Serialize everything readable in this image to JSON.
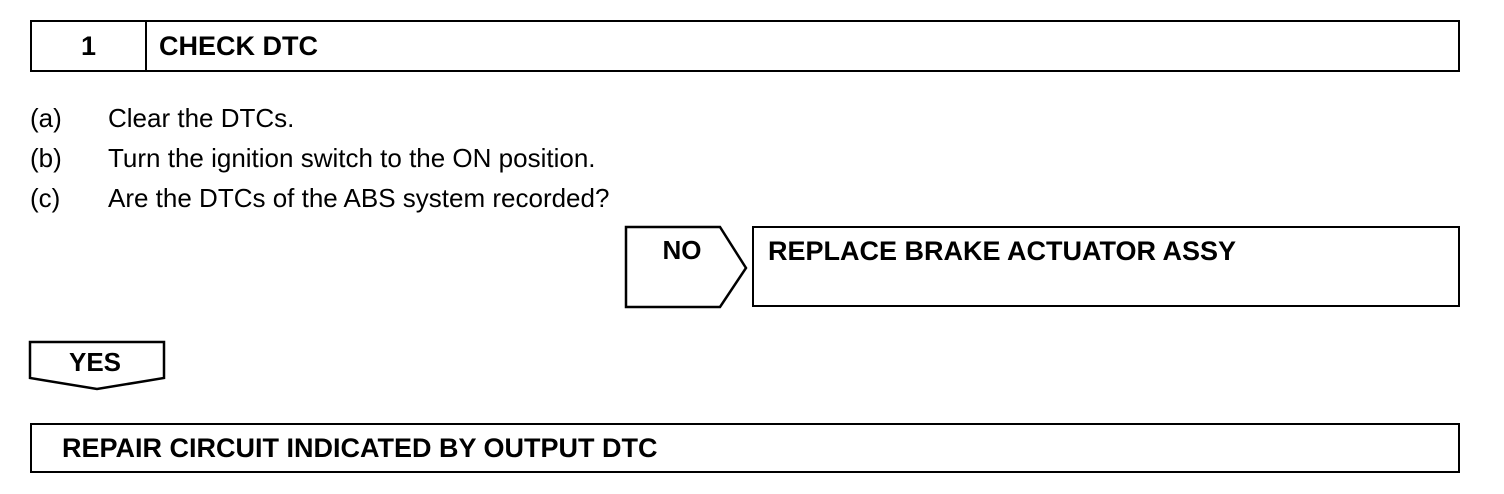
{
  "step": {
    "number": "1",
    "title": "CHECK DTC"
  },
  "instructions": [
    {
      "letter": "(a)",
      "text": "Clear the DTCs."
    },
    {
      "letter": "(b)",
      "text": "Turn the ignition switch to the ON position."
    },
    {
      "letter": "(c)",
      "text": "Are the DTCs of the ABS system recorded?"
    }
  ],
  "no_branch": {
    "label": "NO",
    "result": "REPLACE BRAKE ACTUATOR ASSY"
  },
  "yes_branch": {
    "label": "YES",
    "result": "REPAIR CIRCUIT INDICATED BY OUTPUT DTC"
  }
}
